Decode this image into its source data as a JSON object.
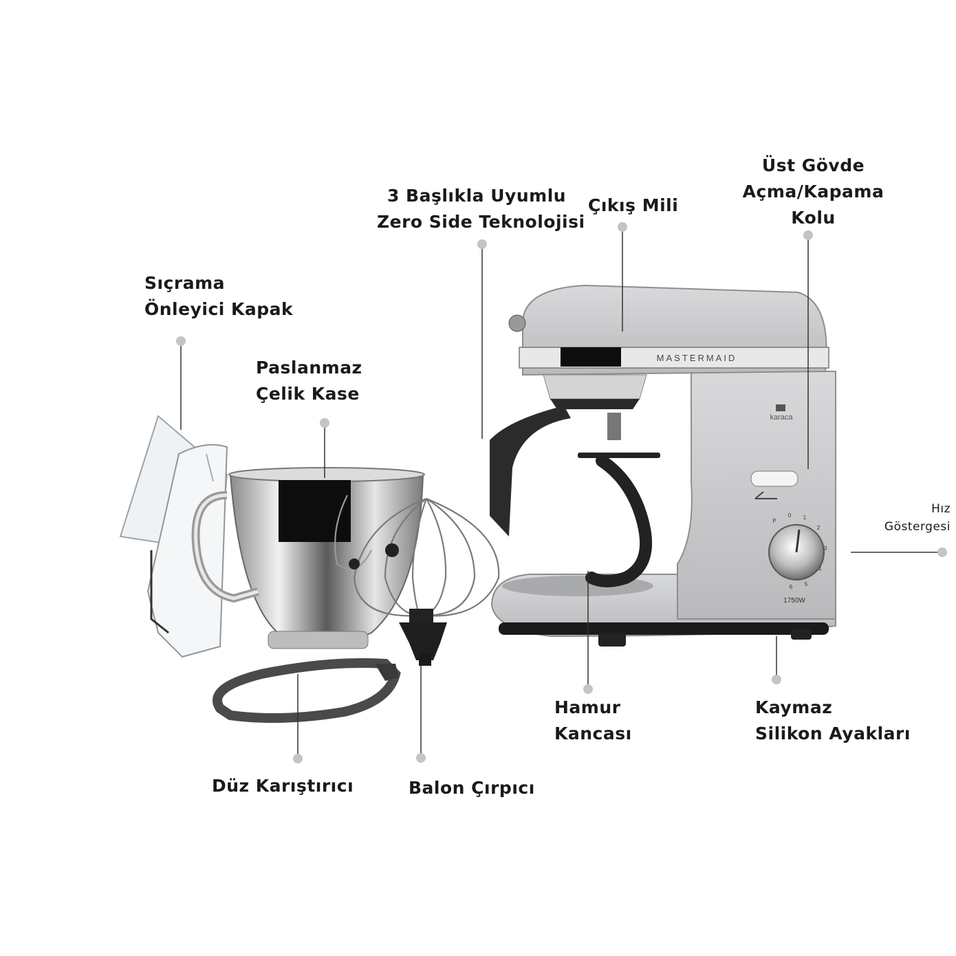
{
  "labels": {
    "splash_guard": [
      "Sıçrama",
      "Önleyici Kapak"
    ],
    "steel_bowl": [
      "Paslanmaz",
      "Çelik Kase"
    ],
    "zero_side": [
      "3 Başlıkla Uyumlu",
      "Zero Side Teknolojisi"
    ],
    "output_shaft": "Çıkış Mili",
    "head_lever": [
      "Üst Gövde",
      "Açma/Kapama",
      "Kolu"
    ],
    "speed_indicator": [
      "Hız",
      "Göstergesi"
    ],
    "dough_hook": [
      "Hamur",
      "Kancası"
    ],
    "silicone_feet": [
      "Kaymaz",
      "Silikon Ayakları"
    ],
    "flat_beater": "Düz Karıştırıcı",
    "balloon_whisk": "Balon Çırpıcı"
  },
  "product": {
    "brand_text": "MASTERMAID",
    "logo_text": "karaca",
    "power_text": "1750W",
    "dial_marks": [
      "P",
      "0",
      "1",
      "2",
      "3",
      "4",
      "5",
      "6"
    ]
  },
  "colors": {
    "body": "#c9cacc",
    "dark_part": "#2b2b2b",
    "leader": "#333333",
    "dot": "#c4c4c4"
  }
}
